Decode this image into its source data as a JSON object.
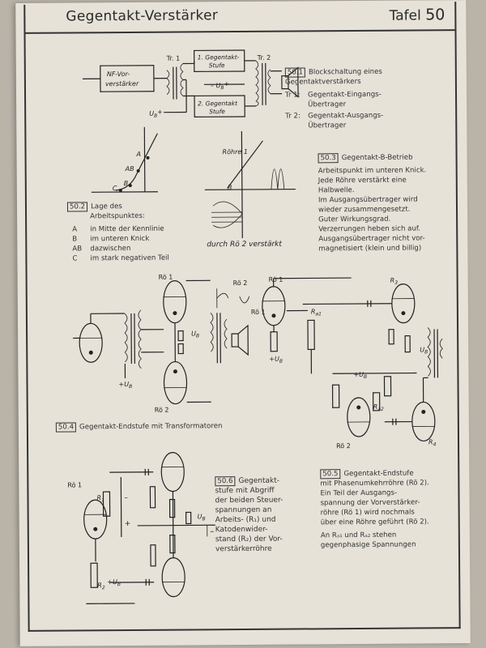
{
  "header": {
    "title": "Gegentakt-Verstärker",
    "tafel_label": "Tafel",
    "tafel_number": "50"
  },
  "block_diagram": {
    "nf_box_line1": "NF-Vor-",
    "nf_box_line2": "verstärker",
    "stage1_line1": "1. Gegentakt-",
    "stage1_line2": "Stufe",
    "stage2_line1": "2. Gegentakt",
    "stage2_line2": "Stufe",
    "tr1": "Tr. 1",
    "tr2": "Tr. 2",
    "ub": "U",
    "ub_sub": "B",
    "minus": "–",
    "plus": "+"
  },
  "s501": {
    "label": "50.1",
    "line1": "Blockschaltung eines",
    "line2": "Gegentaktverstärkers"
  },
  "tr_legend": [
    {
      "key": "Tr 1:",
      "line1": "Gegentakt-Eingangs-",
      "line2": "Übertrager"
    },
    {
      "key": "Tr 2:",
      "line1": "Gegentakt-Ausgangs-",
      "line2": "Übertrager"
    }
  ],
  "curve_labels": {
    "a": "A",
    "ab": "AB",
    "b": "B",
    "c": "C",
    "roehre1": "Röhre 1",
    "b2": "B",
    "durch": "durch Rö 2 verstärkt"
  },
  "s502": {
    "label": "50.2",
    "line1": "Lage des",
    "line2": "Arbeitspunktes:",
    "items": [
      {
        "key": "A",
        "text": "in Mitte der Kennlinie"
      },
      {
        "key": "B",
        "text": "im unteren Knick"
      },
      {
        "key": "AB",
        "text": "dazwischen"
      },
      {
        "key": "C",
        "text": "im stark negativen Teil"
      }
    ]
  },
  "s503": {
    "label": "50.3",
    "title": "Gegentakt-B-Betrieb",
    "lines": [
      "Arbeitspunkt im unteren Knick.",
      "Jede Röhre verstärkt eine",
      "Halbwelle.",
      "Im Ausgangsübertrager wird",
      "wieder zusammengesetzt.",
      "Guter Wirkungsgrad.",
      "Verzerrungen heben sich auf.",
      "Ausgangsübertrager nicht vor-",
      "magnetisiert (klein und billig)"
    ]
  },
  "circuit4": {
    "ro1": "Rö 1",
    "ro2": "Rö 2",
    "ro2b": "Rö 2",
    "ro1b": "Rö 1",
    "ub": "U",
    "ub_sub": "B",
    "plus": "+"
  },
  "circuit5": {
    "ro1": "Rö 1",
    "ra1": "R",
    "ra1_sub": "a1",
    "r3": "R",
    "r3_sub": "3",
    "ub": "U",
    "ub_sub": "B",
    "ra2": "R",
    "ra2_sub": "a2",
    "ro2": "Rö 2",
    "r4": "R",
    "r4_sub": "4",
    "plus": "+"
  },
  "s504": {
    "label": "50.4",
    "text": "Gegentakt-Endstufe mit Transformatoren"
  },
  "circuit6": {
    "ro1": "Rö 1",
    "r1": "R",
    "r1_sub": "1",
    "r2": "R",
    "r2_sub": "2",
    "ub": "U",
    "ub_sub": "B",
    "ub2": "U",
    "ub2_sub": "B",
    "plus": "+",
    "minus": "–"
  },
  "s506": {
    "label": "50.6",
    "lines": [
      "Gegentakt-",
      "stufe mit Abgriff",
      "der beiden Steuer-",
      "spannungen an",
      "Arbeits- (R₁) und",
      "Katodenwider-",
      "stand (R₂) der Vor-",
      "verstärkerröhre"
    ]
  },
  "s505": {
    "label": "50.5",
    "title": "Gegentakt-Endstufe",
    "lines": [
      "mit Phasenumkehrröhre (Rö 2).",
      "Ein Teil der Ausgangs-",
      "spannung der Vorverstärker-",
      "röhre (Rö 1) wird nochmals",
      "über eine Röhre geführt (Rö 2).",
      "An Rₐ₁ und Rₐ₂ stehen",
      "gegenphasige Spannungen"
    ]
  }
}
